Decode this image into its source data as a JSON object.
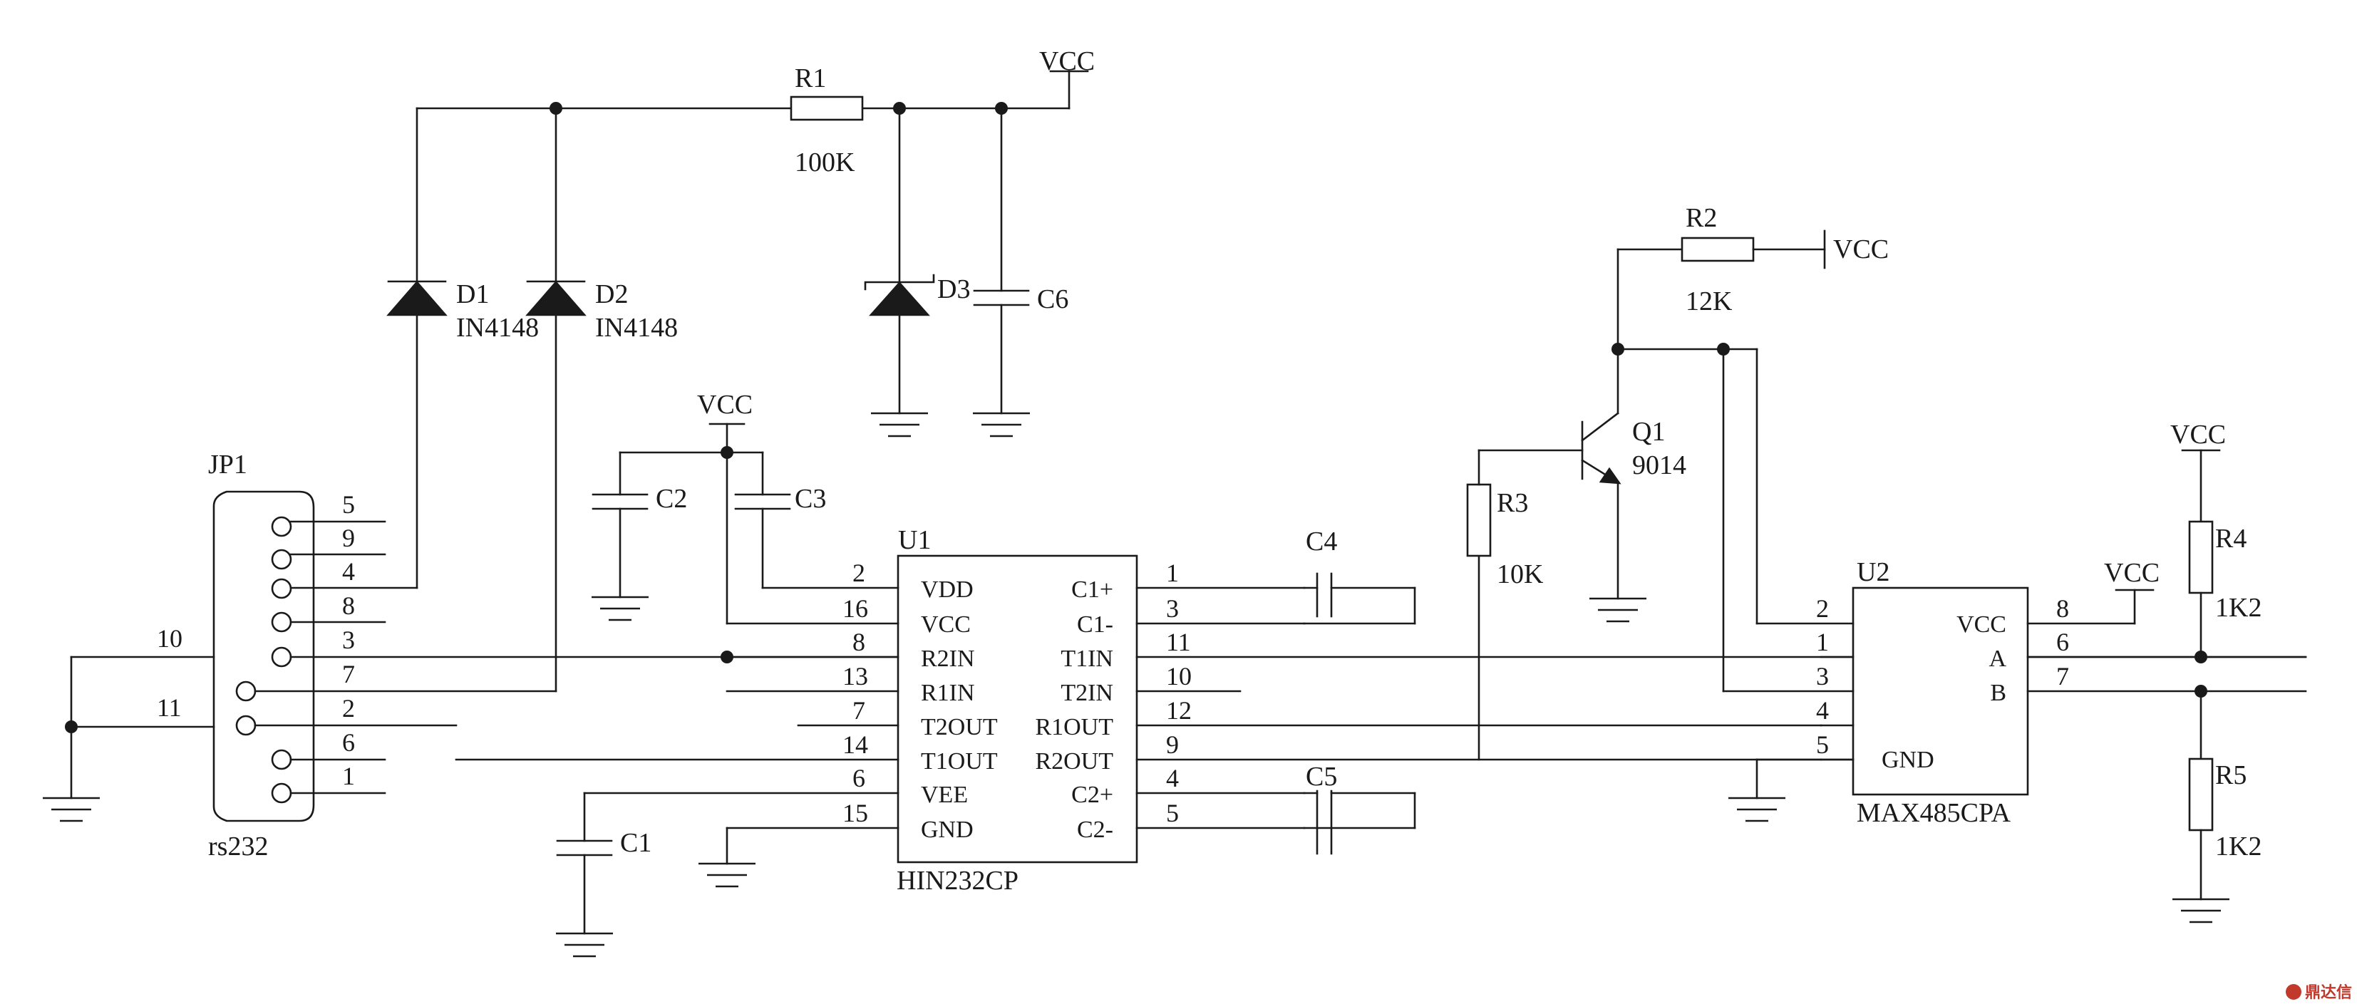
{
  "power_label": "VCC",
  "connector": {
    "ref": "JP1",
    "name": "rs232",
    "pins": [
      "5",
      "9",
      "4",
      "8",
      "3",
      "7",
      "2",
      "6",
      "1"
    ],
    "shield_pins": [
      "10",
      "11"
    ]
  },
  "resistors": [
    {
      "ref": "R1",
      "value": "100K"
    },
    {
      "ref": "R2",
      "value": "12K"
    },
    {
      "ref": "R3",
      "value": "10K"
    },
    {
      "ref": "R4",
      "value": "1K2"
    },
    {
      "ref": "R5",
      "value": "1K2"
    }
  ],
  "diodes": [
    {
      "ref": "D1",
      "part": "IN4148"
    },
    {
      "ref": "D2",
      "part": "IN4148"
    },
    {
      "ref": "D3",
      "part": ""
    }
  ],
  "capacitors": [
    "C1",
    "C2",
    "C3",
    "C4",
    "C5",
    "C6"
  ],
  "transistor": {
    "ref": "Q1",
    "part": "9014"
  },
  "u1": {
    "ref": "U1",
    "part": "HIN232CP",
    "left": [
      {
        "num": "2",
        "name": "VDD"
      },
      {
        "num": "16",
        "name": "VCC"
      },
      {
        "num": "8",
        "name": "R2IN"
      },
      {
        "num": "13",
        "name": "R1IN"
      },
      {
        "num": "7",
        "name": "T2OUT"
      },
      {
        "num": "14",
        "name": "T1OUT"
      },
      {
        "num": "6",
        "name": "VEE"
      },
      {
        "num": "15",
        "name": "GND"
      }
    ],
    "right": [
      {
        "num": "1",
        "name": "C1+"
      },
      {
        "num": "3",
        "name": "C1-"
      },
      {
        "num": "11",
        "name": "T1IN"
      },
      {
        "num": "10",
        "name": "T2IN"
      },
      {
        "num": "12",
        "name": "R1OUT"
      },
      {
        "num": "9",
        "name": "R2OUT"
      },
      {
        "num": "4",
        "name": "C2+"
      },
      {
        "num": "5",
        "name": "C2-"
      }
    ]
  },
  "u2": {
    "ref": "U2",
    "part": "MAX485CPA",
    "left_pins": [
      "2",
      "1",
      "3",
      "4",
      "5"
    ],
    "gnd_name": "GND",
    "right": [
      {
        "num": "8",
        "name": "VCC"
      },
      {
        "num": "6",
        "name": "A"
      },
      {
        "num": "7",
        "name": "B"
      }
    ]
  },
  "watermark": "鼎达信"
}
